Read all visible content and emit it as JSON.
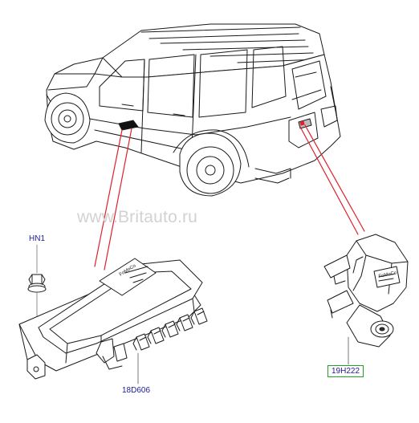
{
  "watermark": "www.Britauto.ru",
  "labels": {
    "hn1": "HN1",
    "module": "18D606",
    "sensor": "19H222"
  },
  "colors": {
    "leader_red": "#e0202a",
    "label_blue": "#1a1a99",
    "highlight_box": "#1fa31f",
    "linework": "#1a1a1a"
  },
  "embossed_text": {
    "module_brand": "FoMoCo",
    "sensor_brand": "FoMoCo"
  }
}
